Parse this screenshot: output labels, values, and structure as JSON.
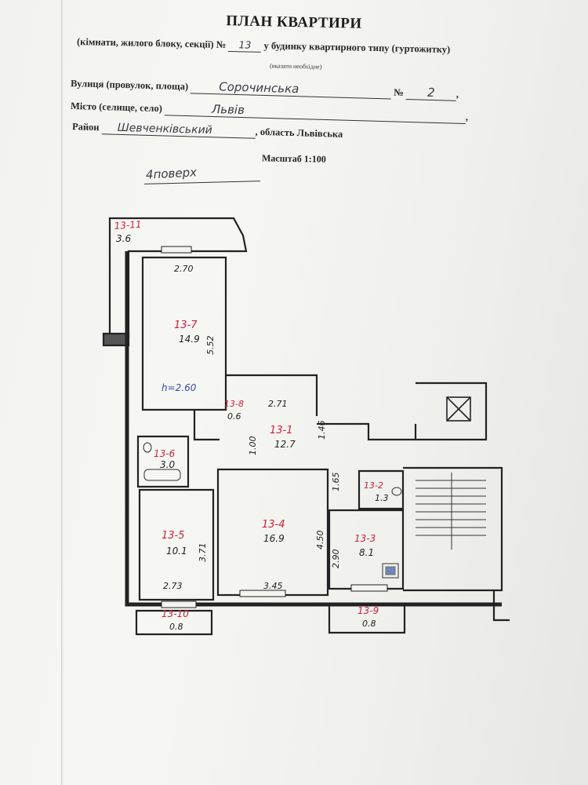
{
  "header": {
    "title": "ПЛАН КВАРТИРИ",
    "subtitle_prefix": "(кімнати, жилого блоку, секції) №",
    "apartment_number": "13",
    "subtitle_suffix": "у будинку квартирного типу (гуртожитку)",
    "hint": "(вказати необхідне)",
    "street_label": "Вулиця (провулок, площа)",
    "street_value": "Сорочинська",
    "number_label": "№",
    "number_value": "2",
    "city_label": "Місто (селище, село)",
    "city_value": "Львів",
    "district_label": "Район",
    "district_value": "Шевченківський",
    "region_text": ", область Львівська",
    "scale": "Масштаб 1:100",
    "floor": "4поверх"
  },
  "rooms": [
    {
      "id": "13-11",
      "area": "3.6"
    },
    {
      "id": "13-7",
      "area": "14.9",
      "length": "5.52",
      "width": "2.70",
      "height": "h=2.60"
    },
    {
      "id": "13-8",
      "area": "0.6"
    },
    {
      "id": "13-1",
      "area": "12.7",
      "dim_a": "2.71",
      "dim_b": "1.46",
      "dim_c": "1.00",
      "dim_d": "1.65"
    },
    {
      "id": "13-6",
      "area": "3.0"
    },
    {
      "id": "13-2",
      "area": "1.3"
    },
    {
      "id": "13-5",
      "area": "10.1",
      "length": "3.71",
      "width": "2.73"
    },
    {
      "id": "13-4",
      "area": "16.9",
      "length": "4.50",
      "width": "3.45"
    },
    {
      "id": "13-3",
      "area": "8.1",
      "length": "2.90"
    },
    {
      "id": "13-10",
      "area": "0.8"
    },
    {
      "id": "13-9",
      "area": "0.8"
    }
  ]
}
